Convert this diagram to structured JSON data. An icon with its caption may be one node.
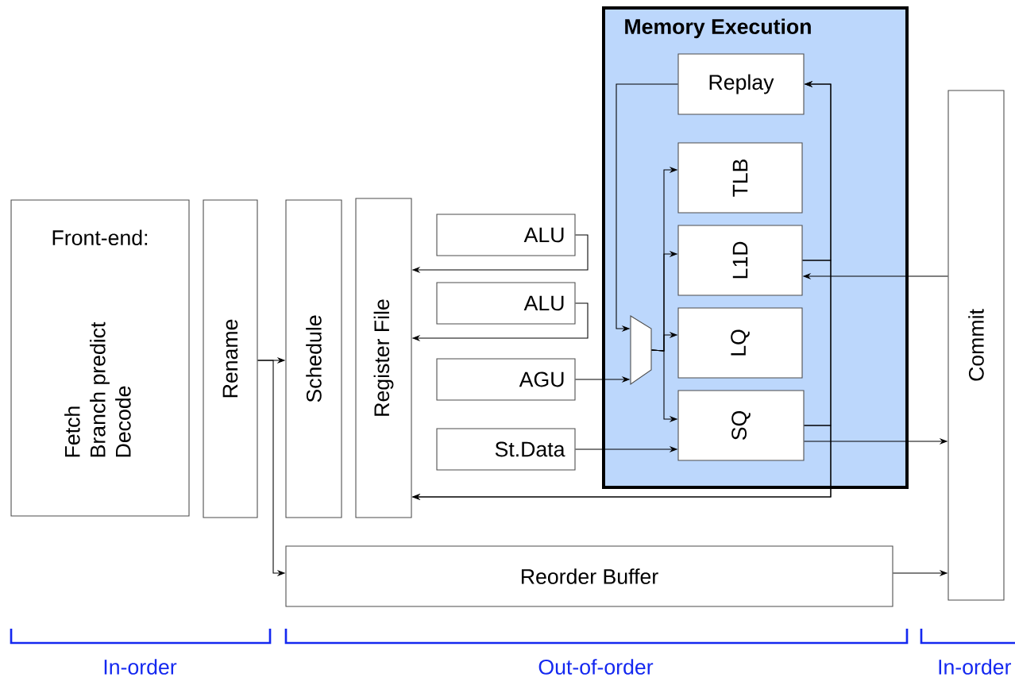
{
  "diagram": {
    "nodes": [
      {
        "text": [
          "Front-end:",
          "Fetch",
          "Branch predict",
          "Decode"
        ]
      },
      {
        "text": [
          "Rename"
        ]
      },
      {
        "text": [
          "Schedule"
        ]
      },
      {
        "text": [
          "Register File"
        ]
      },
      {
        "text": [
          "ALU"
        ]
      },
      {
        "text": [
          "ALU"
        ]
      },
      {
        "text": [
          "AGU"
        ]
      },
      {
        "text": [
          "St.Data"
        ]
      },
      {
        "text": [
          "Memory Execution"
        ]
      },
      {
        "text": [
          "Replay"
        ],
        "in": 8
      },
      {
        "text": [
          "TLB"
        ],
        "in": 8
      },
      {
        "text": [
          "L1D"
        ],
        "in": 8
      },
      {
        "text": [
          "LQ"
        ],
        "in": 8
      },
      {
        "text": [
          "SQ"
        ],
        "in": 8
      },
      {
        "text": [],
        "shape": "trapezoid",
        "in": 8
      },
      {
        "text": [
          "Commit"
        ]
      },
      {
        "text": [
          "Reorder Buffer"
        ]
      }
    ],
    "edges": [
      {
        "from": 1,
        "to": 2,
        "arrow": "to"
      },
      {
        "from": 1,
        "to": 16,
        "arrow": "to"
      },
      {
        "from": 4,
        "to": 3,
        "arrow": "to"
      },
      {
        "from": 5,
        "to": 3,
        "arrow": "to"
      },
      {
        "from": 6,
        "to": 14,
        "arrow": "to"
      },
      {
        "from": 7,
        "to": 13,
        "arrow": "to"
      },
      {
        "from": 9,
        "to": 14,
        "arrow": "to"
      },
      {
        "from": 14,
        "to": 10,
        "arrow": "to"
      },
      {
        "from": 14,
        "to": 11,
        "arrow": "to"
      },
      {
        "from": 14,
        "to": 12,
        "arrow": "to"
      },
      {
        "from": 14,
        "to": 13,
        "arrow": "to"
      },
      {
        "from": 11,
        "to": 9,
        "arrow": "to"
      },
      {
        "from": 13,
        "to": 9,
        "arrow": "to"
      },
      {
        "from": 11,
        "to": 3,
        "arrow": "to"
      },
      {
        "from": 13,
        "to": 3,
        "arrow": "to"
      },
      {
        "from": 15,
        "to": 11,
        "arrow": "to"
      },
      {
        "from": 13,
        "to": 15,
        "arrow": "to"
      },
      {
        "from": 16,
        "to": 15,
        "arrow": "to"
      }
    ],
    "labels": [
      "In-order",
      "Out-of-order",
      "In-order"
    ]
  }
}
